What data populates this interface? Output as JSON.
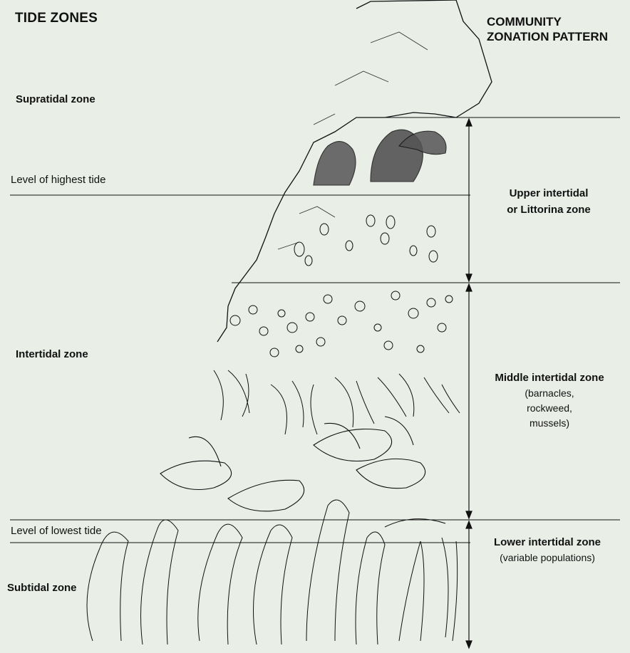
{
  "left_title": "TIDE ZONES",
  "right_title_line1": "COMMUNITY",
  "right_title_line2": "ZONATION PATTERN",
  "left_labels": {
    "supratidal": "Supratidal zone",
    "highest_tide": "Level of highest tide",
    "intertidal": "Intertidal zone",
    "lowest_tide": "Level of lowest tide",
    "subtidal": "Subtidal zone"
  },
  "right_zones": {
    "upper": {
      "line1": "Upper intertidal",
      "line2": "or Littorina zone"
    },
    "middle": {
      "name": "Middle intertidal zone",
      "sub1": "(barnacles,",
      "sub2": "rockweed,",
      "sub3": "mussels)"
    },
    "lower": {
      "name": "Lower intertidal zone",
      "sub": "(variable populations)"
    }
  },
  "colors": {
    "background": "#e9efe7",
    "ink": "#111111"
  }
}
